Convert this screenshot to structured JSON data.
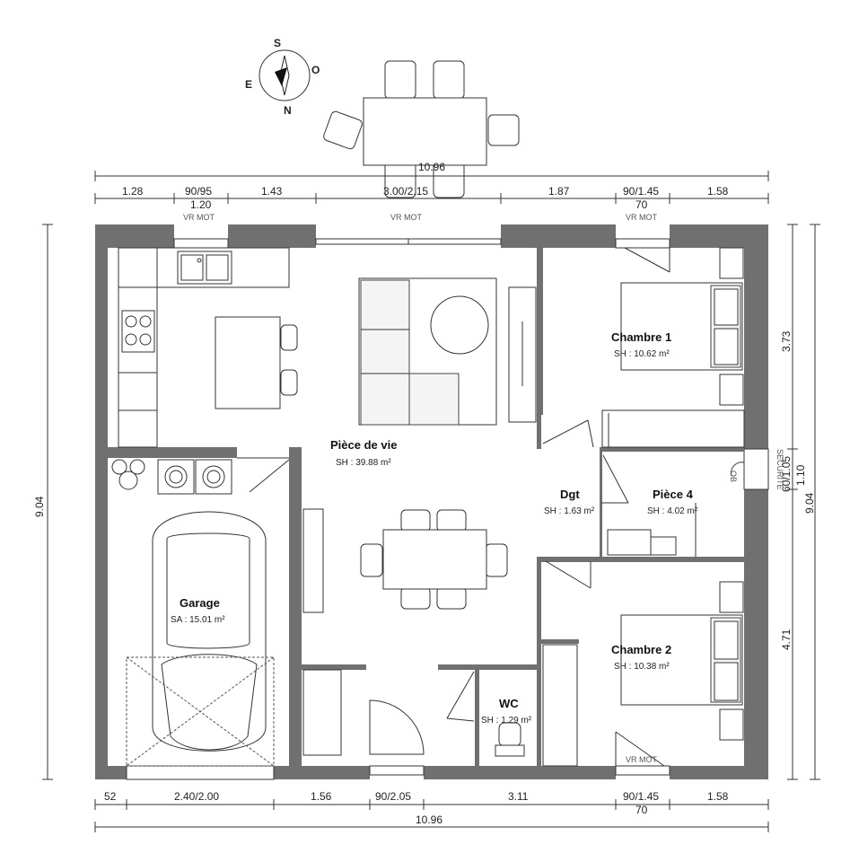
{
  "compass": {
    "letters": [
      "S",
      "O",
      "N",
      "E"
    ]
  },
  "dimensions": {
    "top_total": "10.96",
    "top_segments": [
      "1.28",
      "90/95",
      "1.43",
      "3.00/2.15",
      "1.87",
      "90/1.45",
      "1.58"
    ],
    "top_sub": [
      "1.20",
      "70"
    ],
    "bottom_total": "10.96",
    "bottom_segments": [
      "52",
      "2.40/2.00",
      "1.56",
      "90/2.05",
      "3.11",
      "90/1.45",
      "1.58"
    ],
    "bottom_sub": [
      "70"
    ],
    "left_total": "9.04",
    "right_total": "9.04",
    "right_segments": [
      "3.73",
      "60/1.05",
      "1.10",
      "4.71"
    ]
  },
  "labels": {
    "vr_mot": "VR MOT",
    "securite": "SECURITE",
    "ob": "OB"
  },
  "rooms": [
    {
      "name": "Pièce de vie",
      "area": "SH : 39.88 m²"
    },
    {
      "name": "Chambre 1",
      "area": "SH : 10.62 m²"
    },
    {
      "name": "Dgt",
      "area": "SH : 1.63 m²"
    },
    {
      "name": "Pièce 4",
      "area": "SH : 4.02 m²"
    },
    {
      "name": "Garage",
      "area": "SA : 15.01 m²"
    },
    {
      "name": "Chambre 2",
      "area": "SH : 10.38 m²"
    },
    {
      "name": "WC",
      "area": "SH : 1.29 m²"
    }
  ]
}
